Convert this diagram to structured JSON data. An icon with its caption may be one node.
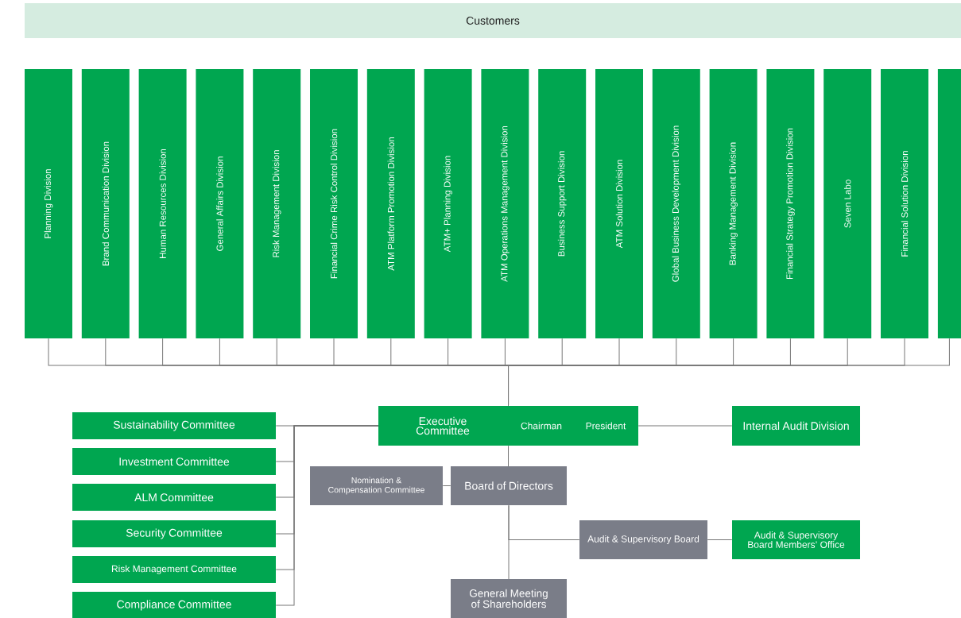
{
  "diagram": {
    "nodes": [
      {
        "text": [
          "Customers"
        ]
      },
      {
        "text": [
          "Planning Division"
        ]
      },
      {
        "text": [
          "Brand Communication Division"
        ]
      },
      {
        "text": [
          "Human Resources Division"
        ]
      },
      {
        "text": [
          "General Affairs Division"
        ]
      },
      {
        "text": [
          "Risk Management Division"
        ]
      },
      {
        "text": [
          "Financial Crime Risk Control Division"
        ]
      },
      {
        "text": [
          "ATM Platform Promotion Division"
        ]
      },
      {
        "text": [
          "ATM+ Planning Division"
        ]
      },
      {
        "text": [
          "ATM Operations Management Division"
        ]
      },
      {
        "text": [
          "Business Support Division"
        ]
      },
      {
        "text": [
          "ATM Solution Division"
        ]
      },
      {
        "text": [
          "Global Business Development Division"
        ]
      },
      {
        "text": [
          "Banking Management Division"
        ]
      },
      {
        "text": [
          "Financial Strategy Promotion Division"
        ]
      },
      {
        "text": [
          "Seven Labo"
        ]
      },
      {
        "text": [
          "Financial Solution Division"
        ]
      },
      {
        "text": [],
        "shape": "box"
      },
      {
        "text": [
          "Executive Committee",
          "Chairman",
          "President"
        ]
      },
      {
        "text": [
          "Internal Audit Division"
        ]
      },
      {
        "text": [
          "Sustainability Committee"
        ]
      },
      {
        "text": [
          "Investment Committee"
        ]
      },
      {
        "text": [
          "ALM Committee"
        ]
      },
      {
        "text": [
          "Security Committee"
        ]
      },
      {
        "text": [
          "Risk Management Committee"
        ]
      },
      {
        "text": [
          "Compliance Committee"
        ]
      },
      {
        "text": [
          "Nomination & Compensation Committee"
        ]
      },
      {
        "text": [
          "Board of Directors"
        ]
      },
      {
        "text": [
          "Audit & Supervisory Board"
        ]
      },
      {
        "text": [
          "Audit & Supervisory Board Members’ Office"
        ]
      },
      {
        "text": [
          "General Meeting of Shareholders"
        ]
      }
    ],
    "edges": [
      {
        "from": 1,
        "to": 18,
        "arrow": "none"
      },
      {
        "from": 2,
        "to": 18,
        "arrow": "none"
      },
      {
        "from": 3,
        "to": 18,
        "arrow": "none"
      },
      {
        "from": 4,
        "to": 18,
        "arrow": "none"
      },
      {
        "from": 5,
        "to": 18,
        "arrow": "none"
      },
      {
        "from": 6,
        "to": 18,
        "arrow": "none"
      },
      {
        "from": 7,
        "to": 18,
        "arrow": "none"
      },
      {
        "from": 8,
        "to": 18,
        "arrow": "none"
      },
      {
        "from": 9,
        "to": 18,
        "arrow": "none"
      },
      {
        "from": 10,
        "to": 18,
        "arrow": "none"
      },
      {
        "from": 11,
        "to": 18,
        "arrow": "none"
      },
      {
        "from": 12,
        "to": 18,
        "arrow": "none"
      },
      {
        "from": 13,
        "to": 18,
        "arrow": "none"
      },
      {
        "from": 14,
        "to": 18,
        "arrow": "none"
      },
      {
        "from": 15,
        "to": 18,
        "arrow": "none"
      },
      {
        "from": 16,
        "to": 18,
        "arrow": "none"
      },
      {
        "from": 17,
        "to": 18,
        "arrow": "none"
      },
      {
        "from": 20,
        "to": 18,
        "arrow": "none"
      },
      {
        "from": 21,
        "to": 18,
        "arrow": "none"
      },
      {
        "from": 22,
        "to": 18,
        "arrow": "none"
      },
      {
        "from": 23,
        "to": 18,
        "arrow": "none"
      },
      {
        "from": 24,
        "to": 18,
        "arrow": "none"
      },
      {
        "from": 25,
        "to": 18,
        "arrow": "none"
      },
      {
        "from": 18,
        "to": 19,
        "arrow": "none"
      },
      {
        "from": 18,
        "to": 27,
        "arrow": "none"
      },
      {
        "from": 26,
        "to": 27,
        "arrow": "none"
      },
      {
        "from": 27,
        "to": 28,
        "arrow": "none"
      },
      {
        "from": 28,
        "to": 29,
        "arrow": "none"
      },
      {
        "from": 27,
        "to": 30,
        "arrow": "none"
      }
    ]
  }
}
